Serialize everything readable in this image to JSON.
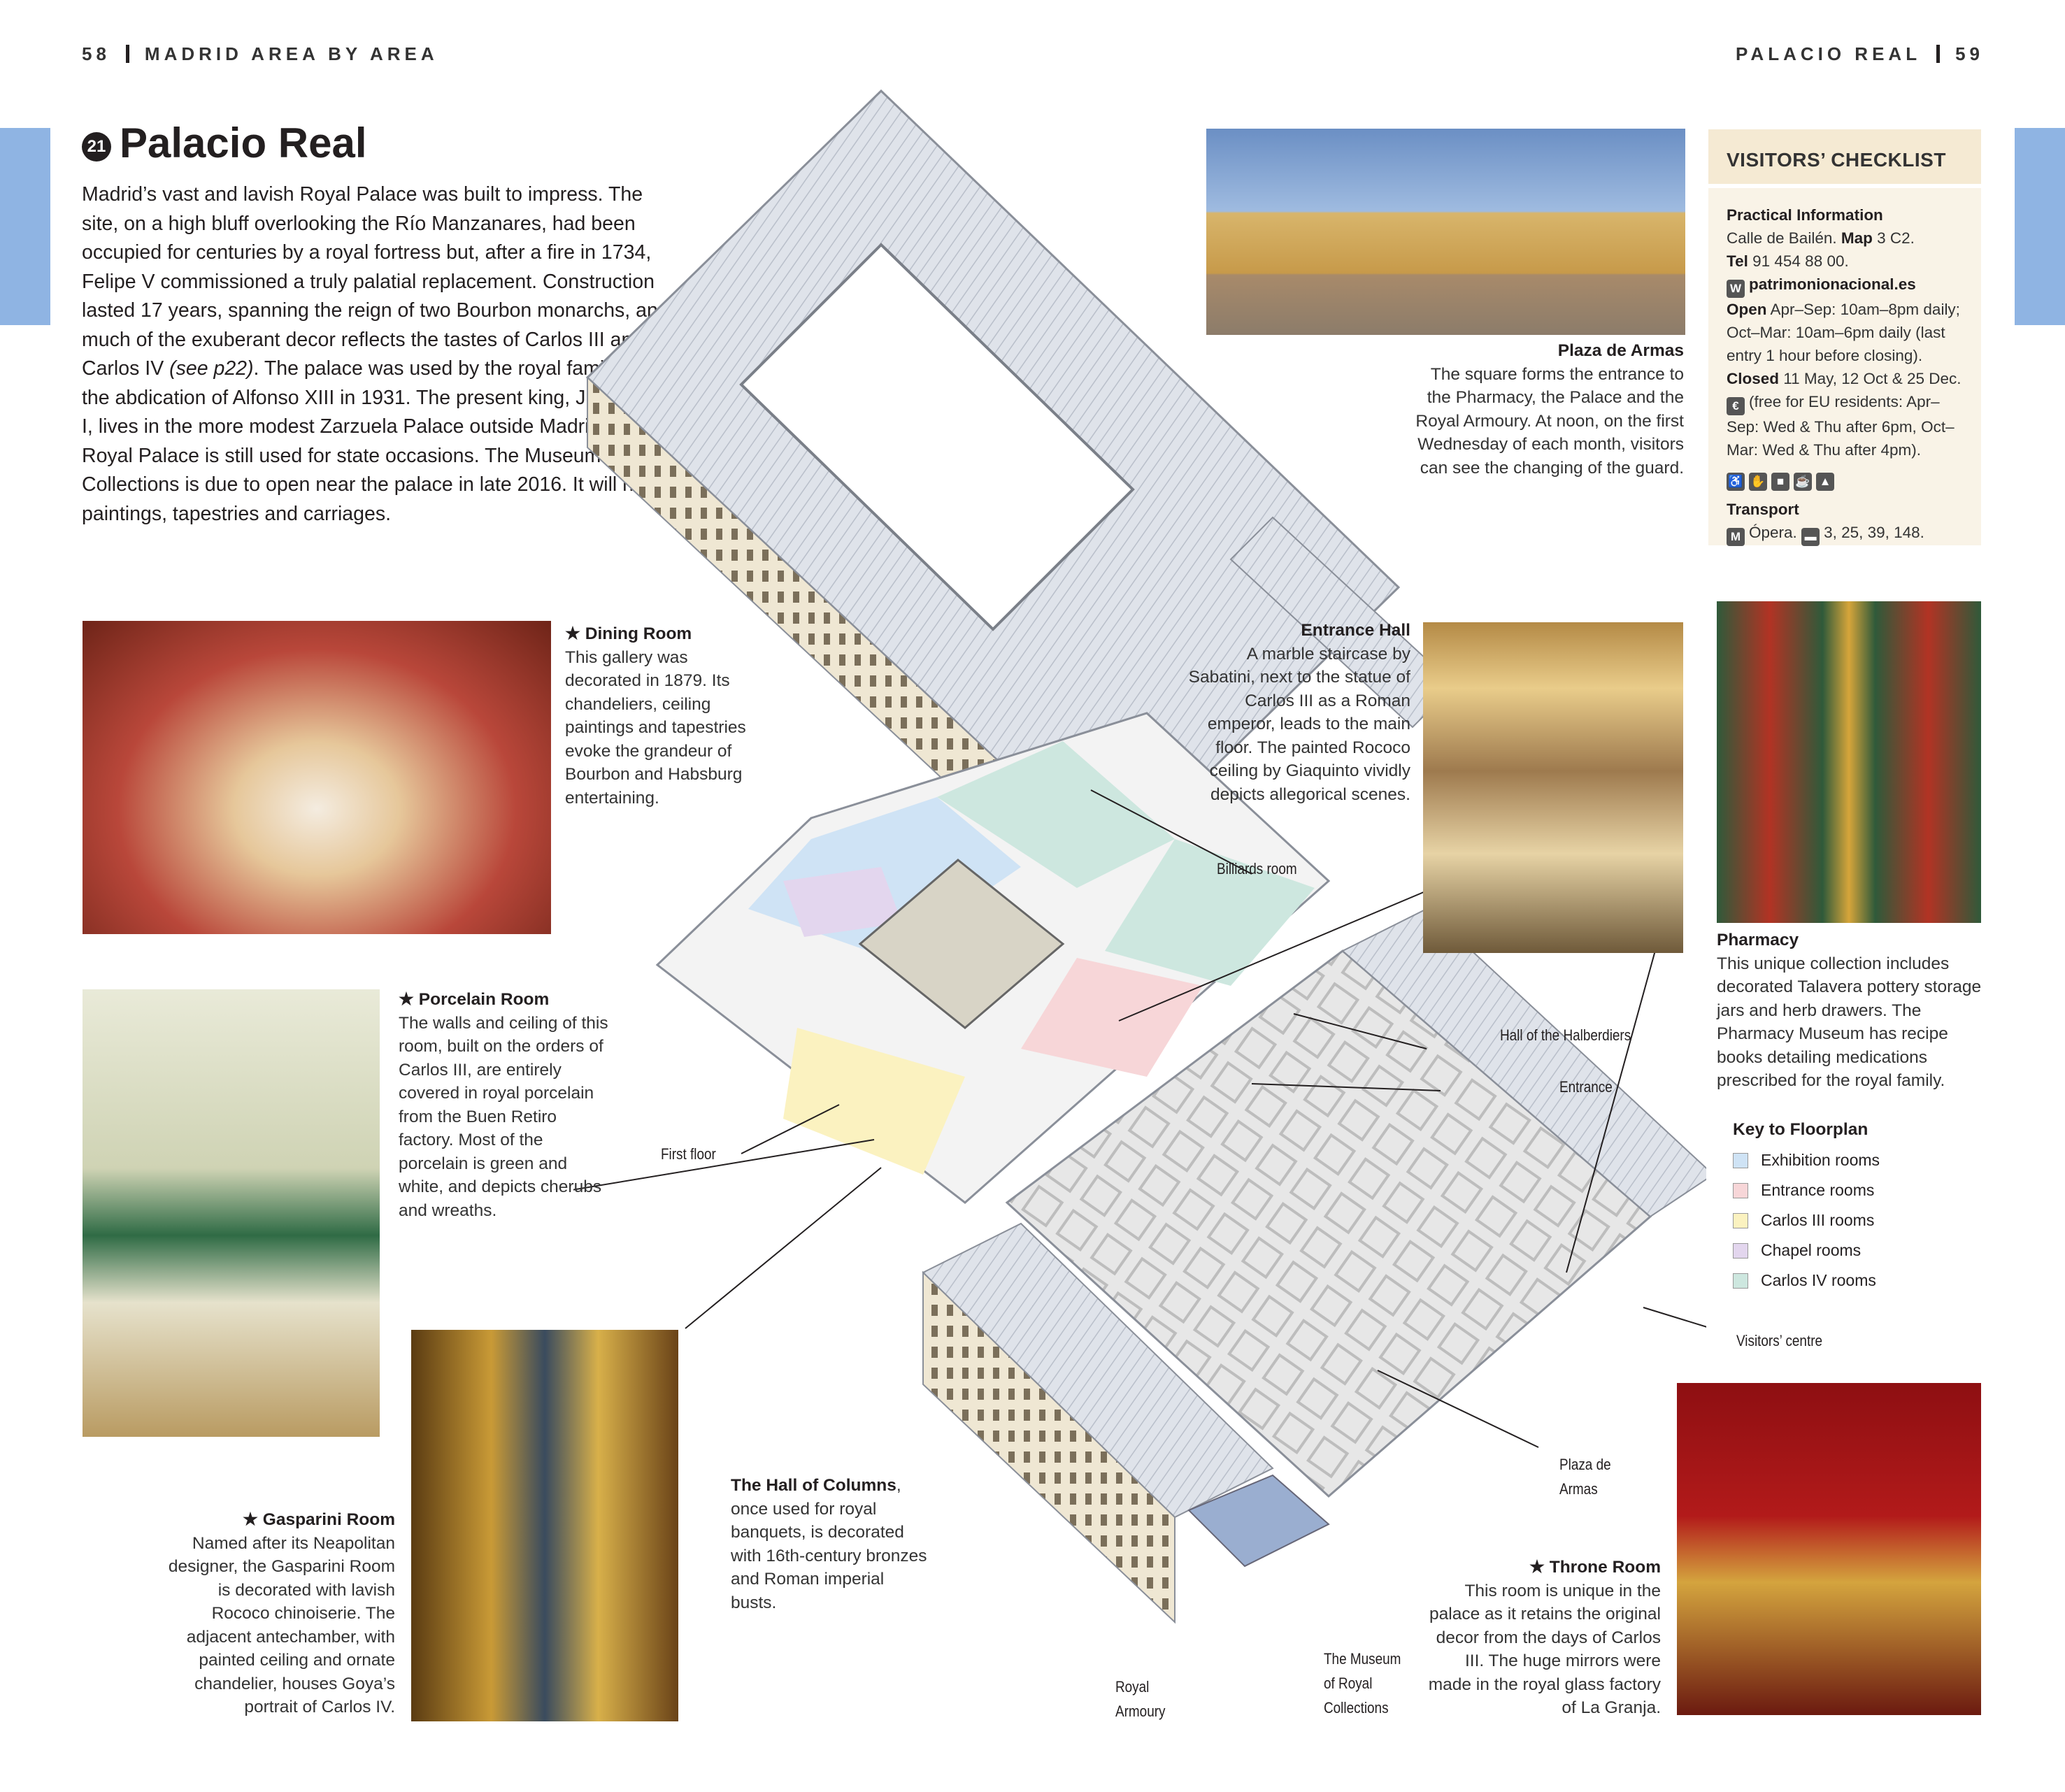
{
  "header": {
    "left_page": "58",
    "left_title": "MADRID AREA BY AREA",
    "right_title": "PALACIO REAL",
    "right_page": "59"
  },
  "title": {
    "number": "21",
    "text": "Palacio Real"
  },
  "intro": "Madrid’s vast and lavish Royal Palace was built to impress. The site, on a high bluff overlooking the Río Manzanares, had been occupied for centuries by a royal fortress but, after a fire in 1734, Felipe V commissioned a truly palatial replacement. Construction lasted 17 years, spanning the reign of two Bourbon monarchs, and much of the exuberant decor reflects the tastes of Carlos III and Carlos IV",
  "intro_ref": "(see p22)",
  "intro_end": ". The palace was used by the royal family until the abdication of Alfonso XIII in 1931. The present king, Juan Carlos I, lives in the more modest Zarzuela Palace outside Madrid, but the Royal Palace is still used for state occasions. The Museum of Royal Collections is due to open near the palace in late 2016. It will house paintings, tapestries and carriages.",
  "captions": {
    "plaza": {
      "title": "Plaza de Armas",
      "text": "The square forms the entrance to the Pharmacy, the Palace and the Royal Armoury. At noon, on the first Wednesday of each month, visitors can see the changing of the guard."
    },
    "dining": {
      "title": "Dining Room",
      "text": "This gallery was decorated in 1879. Its chandeliers, ceiling paintings and tapestries evoke the grandeur of Bourbon and Habsburg entertaining."
    },
    "entrance_hall": {
      "title": "Entrance Hall",
      "text": "A marble staircase by Sabatini, next to the statue of Carlos III as a Roman emperor, leads to the main floor. The painted Rococo ceiling by Giaquinto vividly depicts allegorical scenes."
    },
    "pharmacy": {
      "title": "Pharmacy",
      "text": "This unique collection includes decorated Talavera pottery storage jars and herb drawers. The Pharmacy Museum has recipe books detailing medications prescribed for the royal family."
    },
    "porcelain": {
      "title": "Porcelain Room",
      "text": "The walls and ceiling of this room, built on the orders of Carlos III, are entirely covered in royal porcelain from the Buen Retiro factory. Most of the porcelain is green and white, and depicts cherubs and wreaths."
    },
    "gasparini": {
      "title": "Gasparini Room",
      "text": "Named after its Neapolitan designer, the Gasparini Room is decorated with lavish Rococo chinoiserie. The adjacent antechamber, with painted ceiling and ornate chandelier, houses Goya’s portrait of Carlos IV."
    },
    "columns": {
      "title": "The Hall of Columns",
      "text": "once used for royal banquets, is decorated with 16th-century bronzes and Roman imperial busts."
    },
    "throne": {
      "title": "Throne Room",
      "text": "This room is unique in the palace as it retains the original decor from the days of Carlos III. The huge mirrors were made in the royal glass factory of La Granja."
    }
  },
  "plan_labels": {
    "billiards": "Billiards room",
    "halberdiers": "Hall of the Halberdiers",
    "entrance": "Entrance",
    "first_floor": "First floor",
    "visitors_centre": "Visitors’ centre",
    "plaza": "Plaza de Armas",
    "museum": "The Museum of Royal Collections",
    "armoury": "Royal Armoury"
  },
  "checklist": {
    "heading": "VISITORS’ CHECKLIST",
    "practical": "Practical Information",
    "address": "Calle de Bailén.",
    "map_label": "Map",
    "map_ref": "3 C2.",
    "tel_label": "Tel",
    "tel": "91 454 88 00.",
    "web": "patrimonionacional.es",
    "open_label": "Open",
    "open": "Apr–Sep: 10am–8pm daily; Oct–Mar: 10am–6pm daily (last entry 1 hour before closing).",
    "closed_label": "Closed",
    "closed": "11 May, 12 Oct & 25 Dec.",
    "free": "(free for EU residents: Apr–Sep: Wed & Thu after 6pm, Oct–Mar: Wed & Thu after 4pm).",
    "transport": "Transport",
    "metro": "Ópera.",
    "bus": "3, 25, 39, 148."
  },
  "key": {
    "heading": "Key to Floorplan",
    "items": [
      {
        "label": "Exhibition rooms",
        "color": "#cfe3f5"
      },
      {
        "label": "Entrance rooms",
        "color": "#f7d6d8"
      },
      {
        "label": "Carlos III rooms",
        "color": "#fbf2c0"
      },
      {
        "label": "Chapel rooms",
        "color": "#e3d6ee"
      },
      {
        "label": "Carlos IV rooms",
        "color": "#cde7df"
      }
    ]
  },
  "colors": {
    "tab": "#8fb4e3",
    "checklist_bg": "#f9f3e7"
  }
}
